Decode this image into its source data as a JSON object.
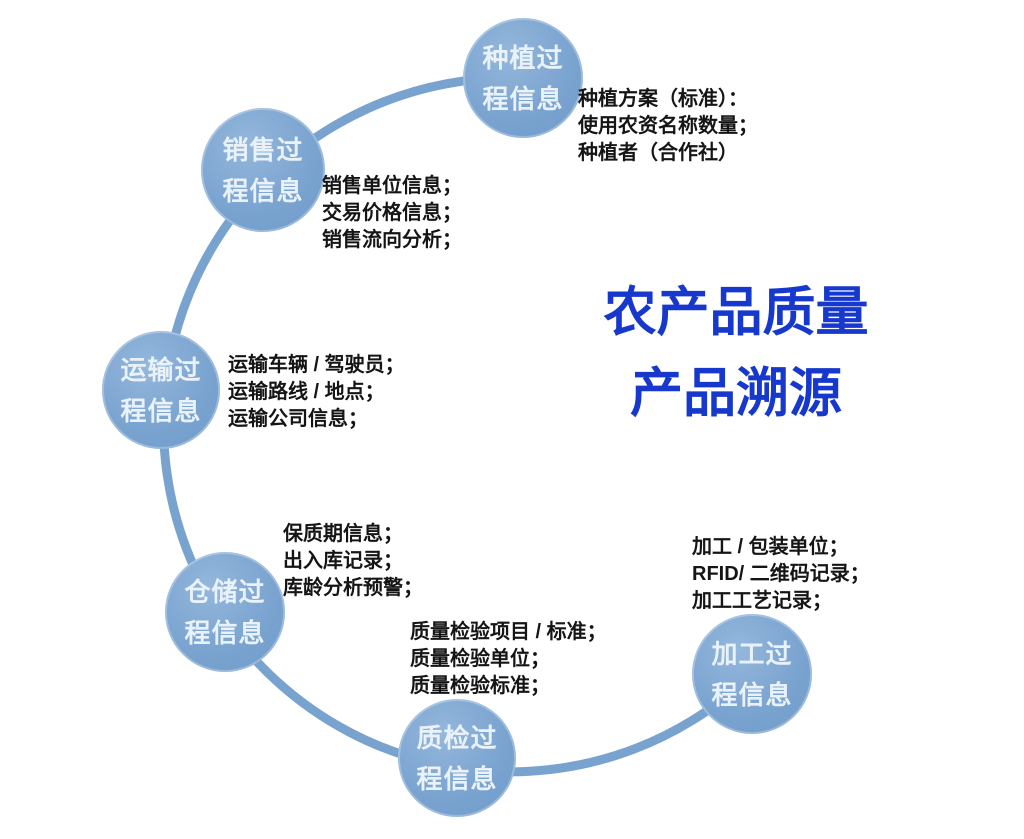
{
  "title": {
    "line1": "农产品质量",
    "line2": "产品溯源"
  },
  "theme": {
    "node_fill": "#7ba4d0",
    "node_fill_light": "#94b7dc",
    "node_fill_dark": "#6e9ac8",
    "node_text": "#eaf2f9",
    "arc_color": "#79a3cf",
    "annotation_color": "#151515",
    "title_color": "#1638cd",
    "background": "#ffffff"
  },
  "nodes": [
    {
      "id": "planting",
      "label_line1": "种植过",
      "label_line2": "程信息",
      "annotation": [
        "种植方案（标准）：",
        "使用农资名称数量；",
        "种植者（合作社）"
      ]
    },
    {
      "id": "sales",
      "label_line1": "销售过",
      "label_line2": "程信息",
      "annotation": [
        "销售单位信息；",
        "交易价格信息；",
        "销售流向分析；"
      ]
    },
    {
      "id": "transport",
      "label_line1": "运输过",
      "label_line2": "程信息",
      "annotation": [
        "运输车辆 / 驾驶员；",
        "运输路线 / 地点；",
        "运输公司信息；"
      ]
    },
    {
      "id": "warehouse",
      "label_line1": "仓储过",
      "label_line2": "程信息",
      "annotation": [
        "保质期信息；",
        "出入库记录；",
        "库龄分析预警；"
      ]
    },
    {
      "id": "inspection",
      "label_line1": "质检过",
      "label_line2": "程信息",
      "annotation": [
        "质量检验项目 / 标准；",
        "质量检验单位；",
        "质量检验标准；"
      ]
    },
    {
      "id": "processing",
      "label_line1": "加工过",
      "label_line2": "程信息",
      "annotation": [
        "加工 / 包装单位；",
        "RFID/ 二维码记录；",
        "加工工艺记录；"
      ]
    }
  ]
}
